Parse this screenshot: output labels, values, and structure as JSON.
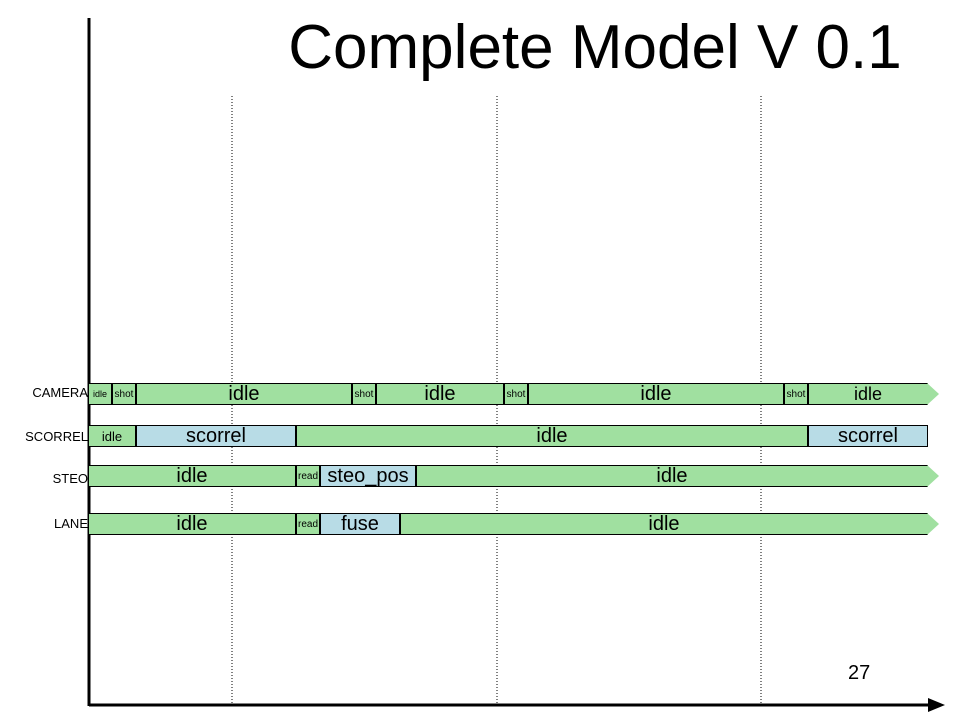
{
  "title": "Complete Model V 0.1",
  "page_number": "27",
  "lanes": [
    {
      "label": "CAMERA",
      "segments": [
        "idle",
        "shot",
        "idle",
        "shot",
        "idle",
        "shot",
        "idle",
        "shot",
        "idle"
      ]
    },
    {
      "label": "SCORREL",
      "segments": [
        "idle",
        "scorrel",
        "idle",
        "scorrel"
      ]
    },
    {
      "label": "STEO",
      "segments": [
        "idle",
        "read",
        "steo_pos",
        "idle"
      ]
    },
    {
      "label": "LANE",
      "segments": [
        "idle",
        "read",
        "fuse",
        "idle"
      ]
    }
  ],
  "colors": {
    "idle": "#a0e0a0",
    "active": "#b8dce6",
    "arrow": "#a0e0a0"
  }
}
